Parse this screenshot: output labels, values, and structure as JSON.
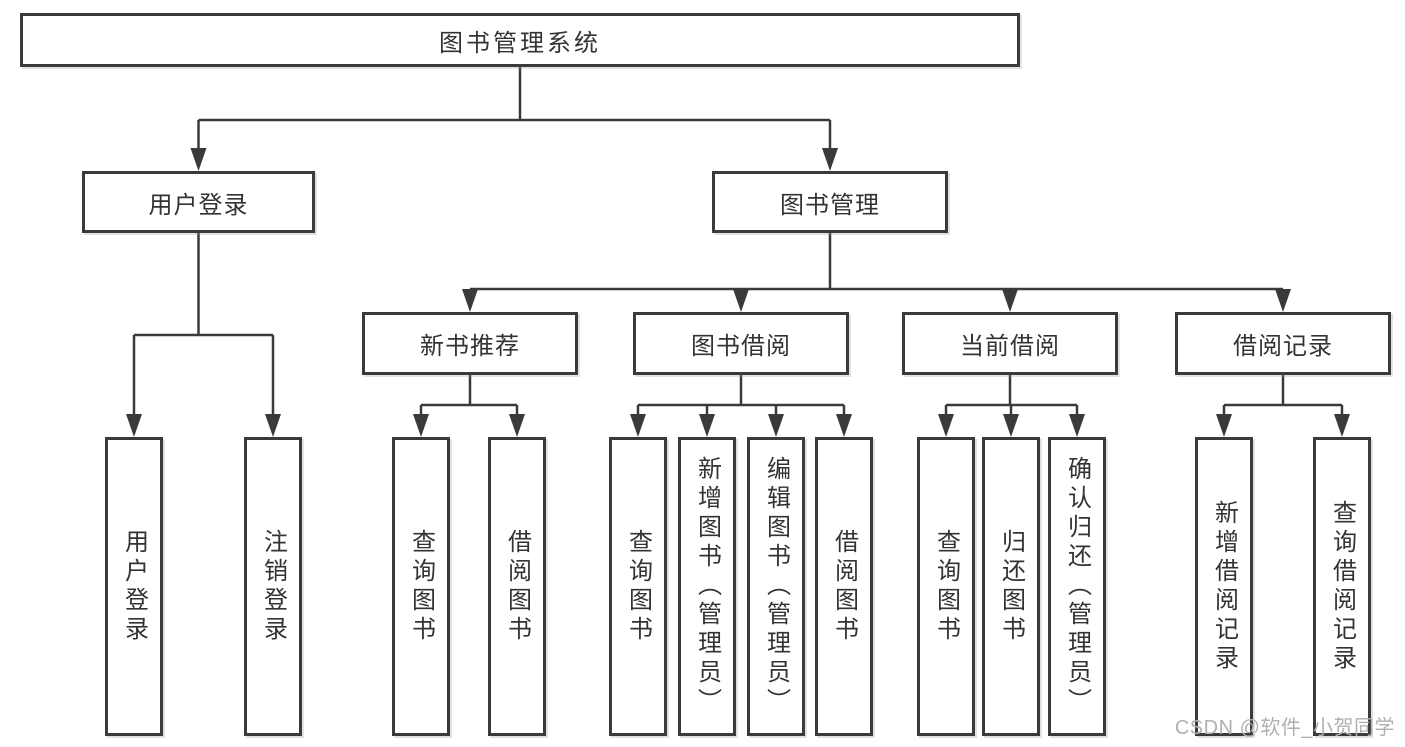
{
  "tree": {
    "label": "图书管理系统",
    "children": [
      {
        "label": "用户登录",
        "children": [
          {
            "label": "用户登录"
          },
          {
            "label": "注销登录"
          }
        ]
      },
      {
        "label": "图书管理",
        "children": [
          {
            "label": "新书推荐",
            "children": [
              {
                "label": "查询图书"
              },
              {
                "label": "借阅图书"
              }
            ]
          },
          {
            "label": "图书借阅",
            "children": [
              {
                "label": "查询图书"
              },
              {
                "label": "新增图书（管理员）"
              },
              {
                "label": "编辑图书（管理员）"
              },
              {
                "label": "借阅图书"
              }
            ]
          },
          {
            "label": "当前借阅",
            "children": [
              {
                "label": "查询图书"
              },
              {
                "label": "归还图书"
              },
              {
                "label": "确认归还（管理员）"
              }
            ]
          },
          {
            "label": "借阅记录",
            "children": [
              {
                "label": "新增借阅记录"
              },
              {
                "label": "查询借阅记录"
              }
            ]
          }
        ]
      }
    ]
  },
  "watermark": {
    "text": "CSDN @软件_小贺同学"
  },
  "colors": {
    "line": "#3a3a3a",
    "text": "#333333",
    "watermark": "#b0b0b0",
    "background": "#ffffff"
  }
}
